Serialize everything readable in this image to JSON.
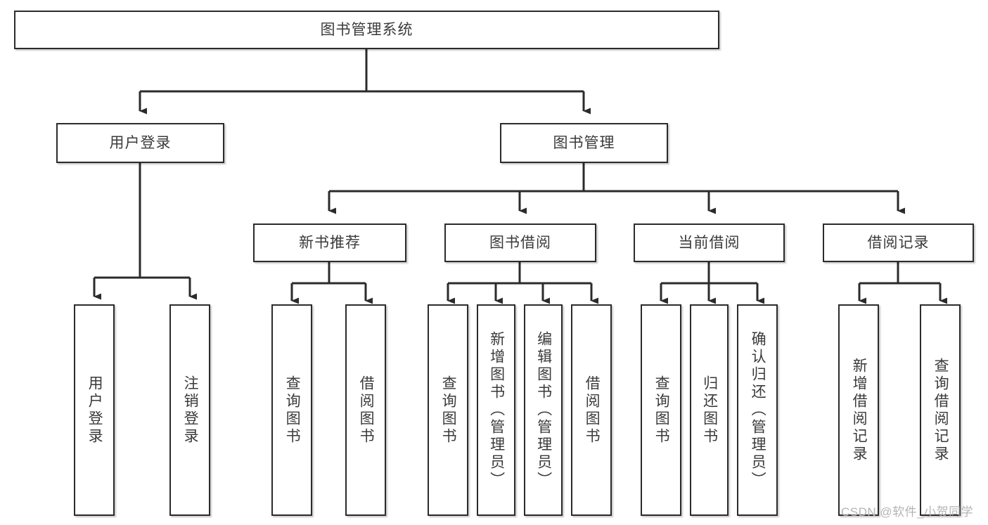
{
  "diagram": {
    "title_node": {
      "label": "图书管理系统"
    },
    "level1": [
      {
        "id": "user-login",
        "label": "用户登录"
      },
      {
        "id": "book-management",
        "label": "图书管理"
      }
    ],
    "level2": [
      {
        "id": "new-book-recommend",
        "label": "新书推荐"
      },
      {
        "id": "book-borrow",
        "label": "图书借阅"
      },
      {
        "id": "current-borrow",
        "label": "当前借阅"
      },
      {
        "id": "borrow-record",
        "label": "借阅记录"
      }
    ],
    "leaves": {
      "user_login": [
        {
          "id": "leaf-user-login",
          "label": "用户登录"
        },
        {
          "id": "leaf-logout-login",
          "label": "注销登录"
        }
      ],
      "new_book_recommend": [
        {
          "id": "leaf-query-book-1",
          "label": "查询图书"
        },
        {
          "id": "leaf-borrow-book-1",
          "label": "借阅图书"
        }
      ],
      "book_borrow": [
        {
          "id": "leaf-query-book-2",
          "label": "查询图书"
        },
        {
          "id": "leaf-add-book",
          "label": "新增图书（管理员）"
        },
        {
          "id": "leaf-edit-book",
          "label": "编辑图书（管理员）"
        },
        {
          "id": "leaf-borrow-book-2",
          "label": "借阅图书"
        }
      ],
      "current_borrow": [
        {
          "id": "leaf-query-book-3",
          "label": "查询图书"
        },
        {
          "id": "leaf-return-book",
          "label": "归还图书"
        },
        {
          "id": "leaf-confirm-return",
          "label": "确认归还（管理员）"
        }
      ],
      "borrow_record": [
        {
          "id": "leaf-add-record",
          "label": "新增借阅记录"
        },
        {
          "id": "leaf-query-record",
          "label": "查询借阅记录"
        }
      ]
    }
  },
  "watermark": {
    "text": "CSDN @软件_小贺同学"
  },
  "colors": {
    "box_border": "#2b2b2b",
    "box_fill": "#ffffff",
    "text": "#3a3a3a",
    "connector": "#2b2b2b",
    "watermark": "#b4b4b4",
    "background": "#ffffff"
  }
}
